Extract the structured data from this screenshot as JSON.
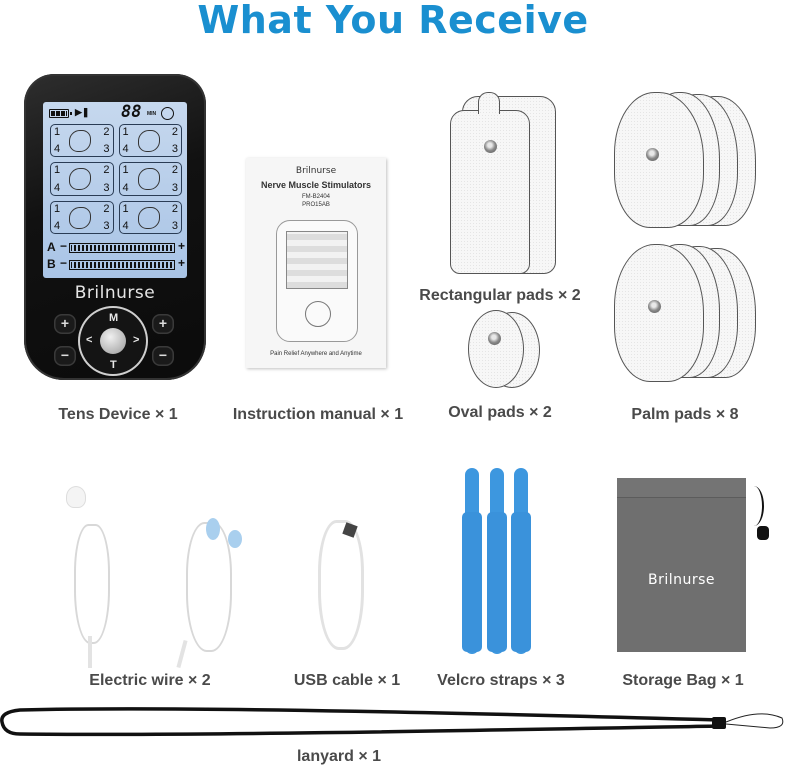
{
  "title": {
    "text": "What You Receive",
    "color": "#1a8fd0"
  },
  "items": [
    {
      "id": "tens-device",
      "label": "Tens Device × 1"
    },
    {
      "id": "instruction-manual",
      "label": "Instruction manual × 1"
    },
    {
      "id": "rectangular-pads",
      "label": "Rectangular pads × 2"
    },
    {
      "id": "oval-pads",
      "label": "Oval pads × 2"
    },
    {
      "id": "palm-pads",
      "label": "Palm pads × 8"
    },
    {
      "id": "electric-wire",
      "label": "Electric wire × 2"
    },
    {
      "id": "usb-cable",
      "label": "USB cable × 1"
    },
    {
      "id": "velcro-straps",
      "label": "Velcro straps × 3"
    },
    {
      "id": "storage-bag",
      "label": "Storage Bag × 1"
    },
    {
      "id": "lanyard",
      "label": "lanyard × 1"
    }
  ],
  "device": {
    "brand": "Brilnurse",
    "timer_digits": "88",
    "timer_unit": "MIN",
    "channels": [
      "A",
      "B"
    ],
    "mode_numbers": [
      "1",
      "2",
      "4",
      "3"
    ],
    "buttons": {
      "plus": "+",
      "minus": "−",
      "mode": "M",
      "timer": "T",
      "left": "<",
      "right": ">"
    }
  },
  "manual": {
    "brand": "Brilnurse",
    "title": "Nerve Muscle Stimulators",
    "model_1": "FM-B2404",
    "model_2": "PRO15AB",
    "tagline": "Pain Relief Anywhere and Anytime"
  },
  "bag": {
    "brand": "Brilnurse",
    "color": "#6f6f6f"
  },
  "straps": {
    "color": "#3d97df"
  }
}
